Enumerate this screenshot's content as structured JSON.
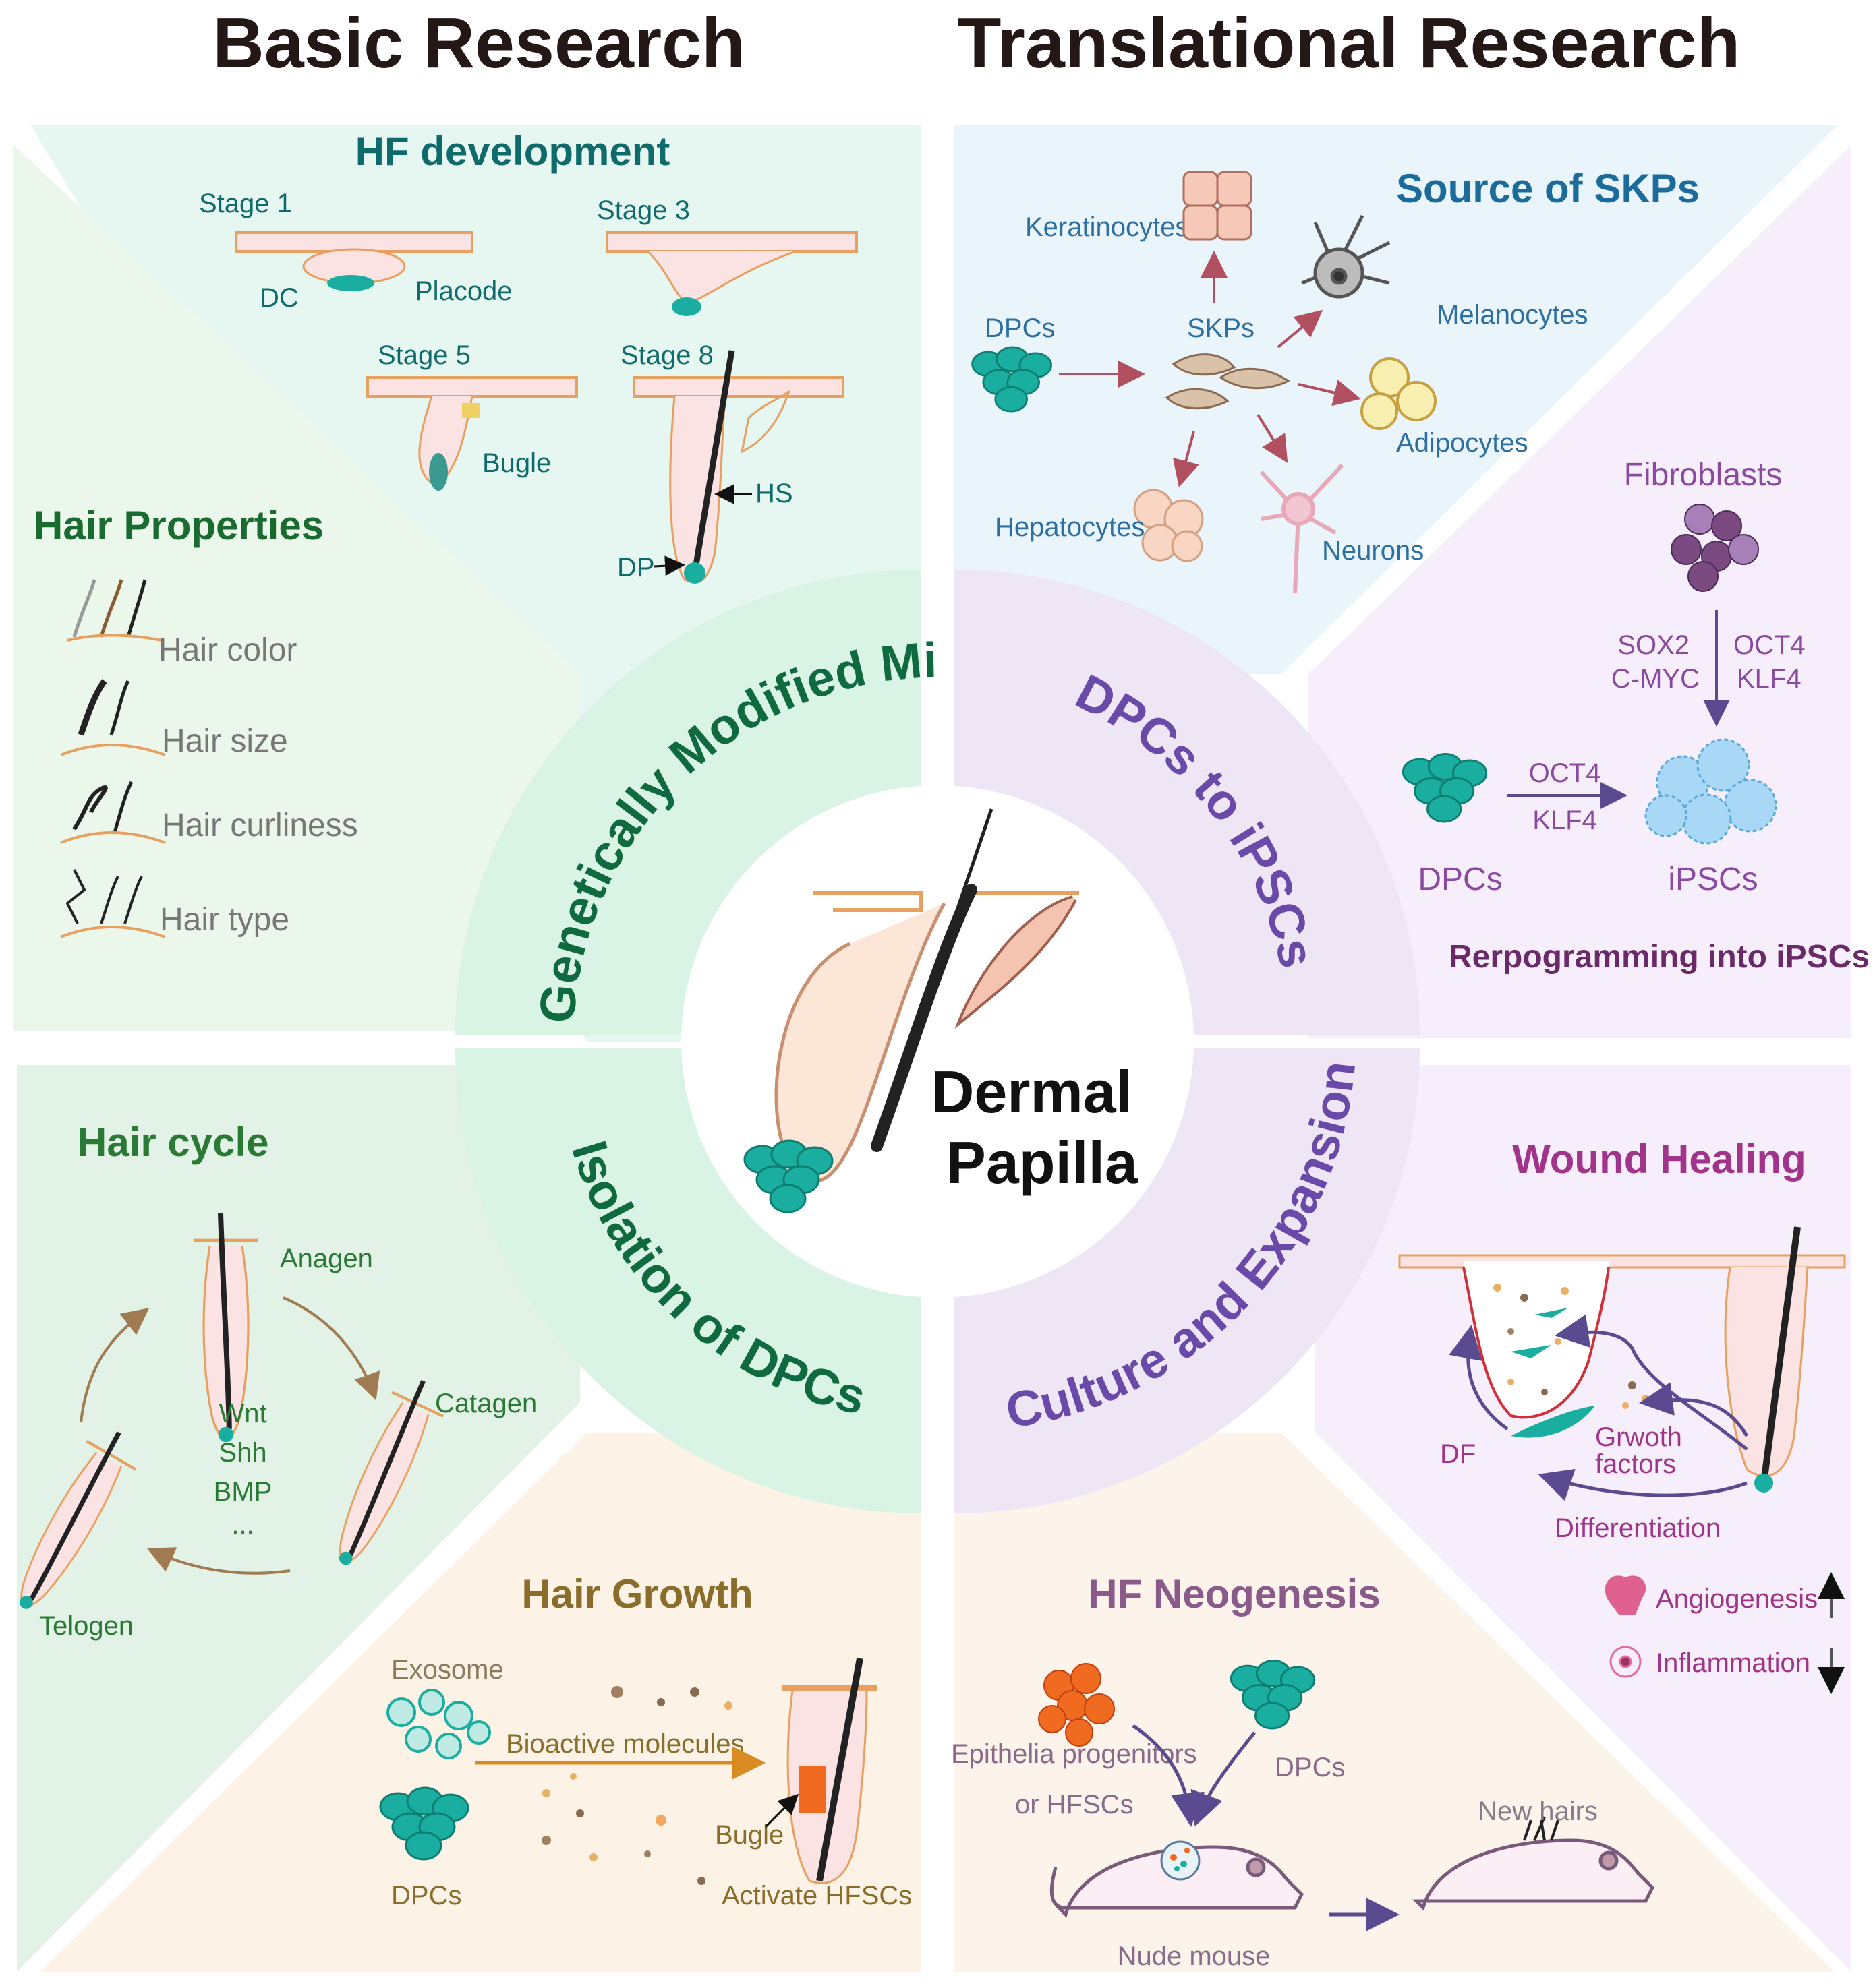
{
  "headers": {
    "left": "Basic Research",
    "right": "Translational Research"
  },
  "center": {
    "line1": "Dermal",
    "line2": "Papilla"
  },
  "ring": {
    "top_left": "Genetically Modified Mice",
    "bottom_left": "Isolation of DPCs",
    "top_right": "DPCs to iPSCs",
    "bottom_right": "Culture and Expansion"
  },
  "hf_development": {
    "title": "HF development",
    "stage1": "Stage 1",
    "stage3": "Stage 3",
    "stage5": "Stage 5",
    "stage8": "Stage 8",
    "dc": "DC",
    "placode": "Placode",
    "bugle": "Bugle",
    "hs": "HS",
    "dp": "DP"
  },
  "hair_properties": {
    "title": "Hair Properties",
    "items": [
      "Hair color",
      "Hair size",
      "Hair curliness",
      "Hair type"
    ]
  },
  "hair_cycle": {
    "title": "Hair cycle",
    "anagen": "Anagen",
    "catagen": "Catagen",
    "telogen": "Telogen",
    "factors": [
      "Wnt",
      "Shh",
      "BMP",
      "..."
    ]
  },
  "hair_growth": {
    "title": "Hair Growth",
    "exosome": "Exosome",
    "bioactive": "Bioactive molecules",
    "dpcs": "DPCs",
    "bugle": "Bugle",
    "activate": "Activate HFSCs"
  },
  "skps": {
    "title": "Source of SKPs",
    "keratinocytes": "Keratinocytes",
    "dpcs": "DPCs",
    "skps": "SKPs",
    "melanocytes": "Melanocytes",
    "adipocytes": "Adipocytes",
    "hepatocytes": "Hepatocytes",
    "neurons": "Neurons"
  },
  "ipsc": {
    "fibroblasts": "Fibroblasts",
    "sox2": "SOX2",
    "cmyc": "C-MYC",
    "oct4a": "OCT4",
    "klf4a": "KLF4",
    "oct4b": "OCT4",
    "klf4b": "KLF4",
    "dpcs": "DPCs",
    "ipscs": "iPSCs",
    "caption": "Rerpogramming into iPSCs"
  },
  "wound": {
    "title": "Wound Healing",
    "df": "DF",
    "growth1": "Grwoth",
    "growth2": "factors",
    "differentiation": "Differentiation",
    "angiogenesis": "Angiogenesis",
    "inflammation": "Inflammation"
  },
  "neogenesis": {
    "title": "HF Neogenesis",
    "epi1": "Epithelia progenitors",
    "epi2": "or  HFSCs",
    "dpcs": "DPCs",
    "new_hairs": "New hairs",
    "nude_mouse": "Nude mouse"
  },
  "colors": {
    "teal": "#1aaea0",
    "darkgreen": "#0f6b3f",
    "purple": "#6a4aa8",
    "magenta": "#a0348a",
    "olive": "#8a6d2a",
    "skpsblue": "#1b6c9a"
  }
}
